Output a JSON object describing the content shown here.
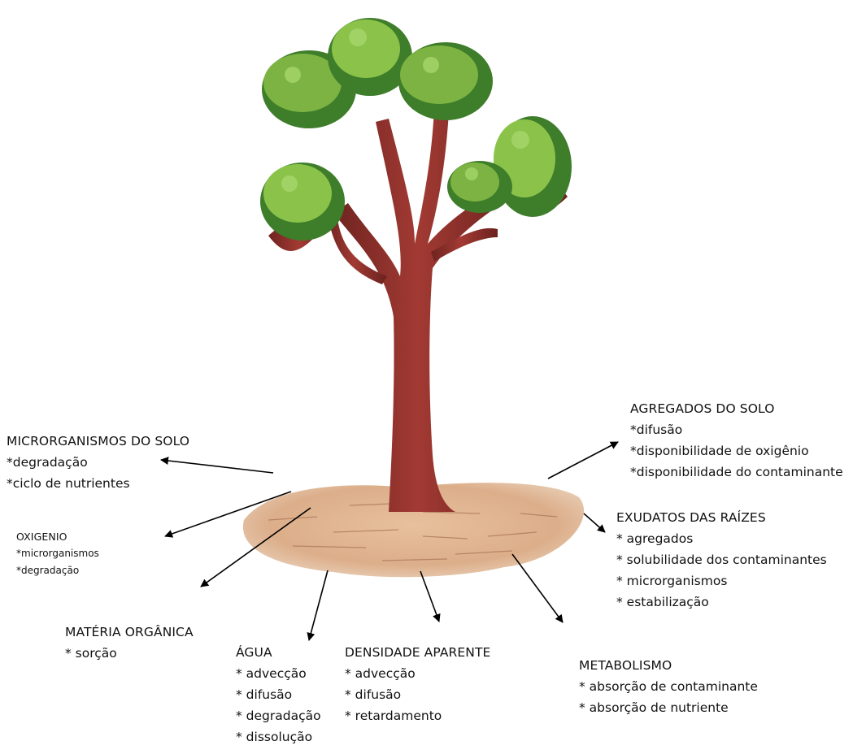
{
  "colors": {
    "trunk": "#8e2f2b",
    "trunk_shadow": "#5e1c1a",
    "leaf_light": "#7cb342",
    "leaf_dark": "#3e7d2a",
    "soil": "#dcae8a",
    "soil_dark": "#b07a58",
    "arrow": "#000000",
    "text_bg": "#f0f0f0"
  },
  "labels": {
    "microrganismos": {
      "title": "MICRORGANISMOS DO SOLO",
      "items": [
        "*degradação",
        "*ciclo de nutrientes"
      ]
    },
    "oxigenio": {
      "title": "OXIGENIO",
      "items": [
        "*microrganismos",
        "*degradação"
      ]
    },
    "materia_organica": {
      "title": "MATÉRIA ORGÂNICA",
      "items": [
        "* sorção"
      ]
    },
    "agua": {
      "title": "ÁGUA",
      "items": [
        "* advecção",
        "* difusão",
        "* degradação",
        "* dissolução"
      ]
    },
    "densidade": {
      "title": "DENSIDADE APARENTE",
      "items": [
        "* advecção",
        "* difusão",
        "* retardamento"
      ]
    },
    "metabolismo": {
      "title": "METABOLISMO",
      "items": [
        "* absorção de contaminante",
        "* absorção de nutriente"
      ]
    },
    "exudatos": {
      "title": "EXUDATOS DAS RAÍZES",
      "items": [
        "* agregados",
        "* solubilidade dos contaminantes",
        "* microrganismos",
        "* estabilização"
      ]
    },
    "agregados": {
      "title": "AGREGADOS DO SOLO",
      "items": [
        "*difusão",
        "*disponibilidade de oxigênio",
        "*disponibilidade do contaminante"
      ]
    }
  }
}
